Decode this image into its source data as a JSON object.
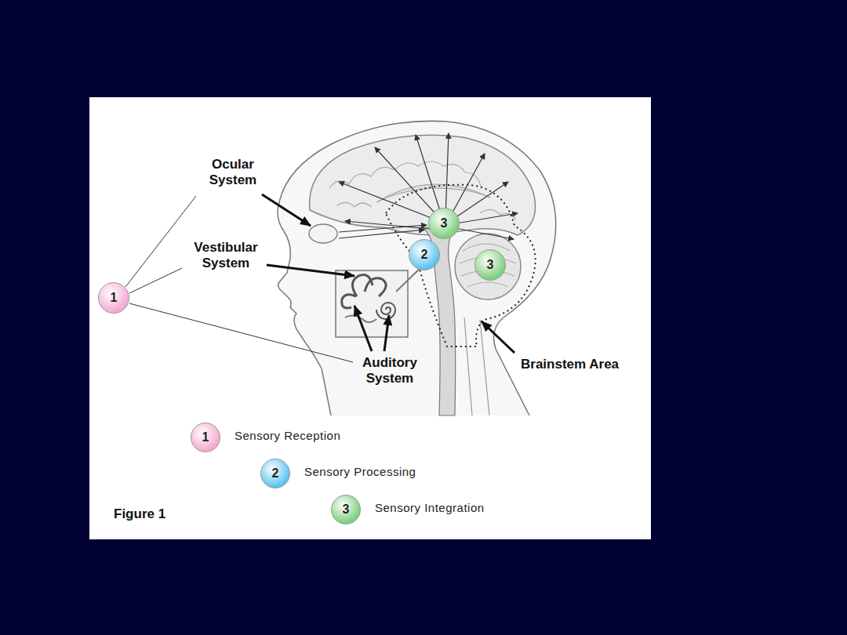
{
  "diagram": {
    "nodes": [
      {
        "text": [
          "1"
        ]
      },
      {
        "text": [
          "2"
        ]
      },
      {
        "text": [
          "3"
        ]
      },
      {
        "text": [
          "3"
        ]
      }
    ],
    "labels": [
      "Ocular System",
      "Vestibular System",
      "Auditory System",
      "Brainstem Area",
      "Figure 1",
      "1",
      "2",
      "3"
    ],
    "legend": [
      {
        "text": "Sensory Reception",
        "color": "#f5a9d0"
      },
      {
        "text": "Sensory Processing",
        "color": "#5ec3ef"
      },
      {
        "text": "Sensory Integration",
        "color": "#7fcf7f"
      }
    ]
  }
}
